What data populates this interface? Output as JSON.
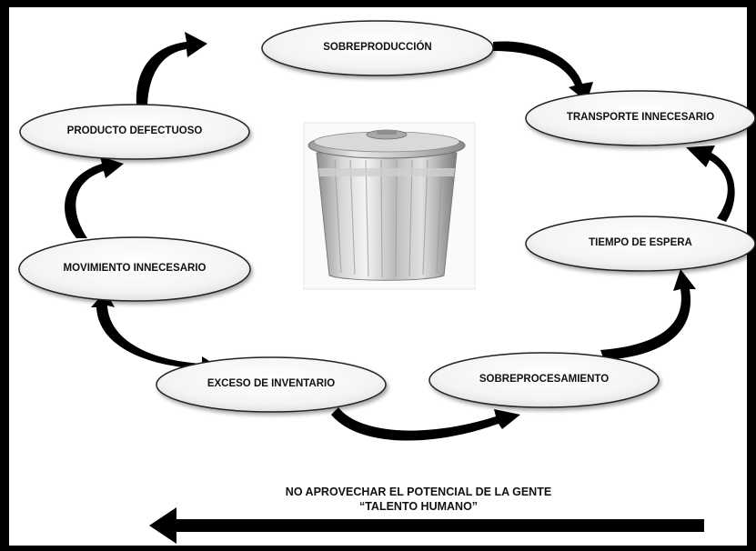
{
  "nodes": [
    {
      "id": "sobreproduccion",
      "label": "SOBREPRODUCCIÓN"
    },
    {
      "id": "transporte",
      "label": "TRANSPORTE INNECESARIO"
    },
    {
      "id": "tiempo",
      "label": "TIEMPO DE ESPERA"
    },
    {
      "id": "sobreprocesamiento",
      "label": "SOBREPROCESAMIENTO"
    },
    {
      "id": "exceso",
      "label": "EXCESO DE INVENTARIO"
    },
    {
      "id": "movimiento",
      "label": "MOVIMIENTO INNECESARIO"
    },
    {
      "id": "defectuoso",
      "label": "PRODUCTO DEFECTUOSO"
    }
  ],
  "footer": {
    "line1": "NO APROVECHAR EL POTENCIAL DE LA GENTE",
    "line2": "“TALENTO HUMANO”"
  },
  "center_image": {
    "icon": "trash-can-icon"
  },
  "colors": {
    "ellipse_fill": "#f2f2f2",
    "arrow": "#000000",
    "border": "#000000"
  }
}
